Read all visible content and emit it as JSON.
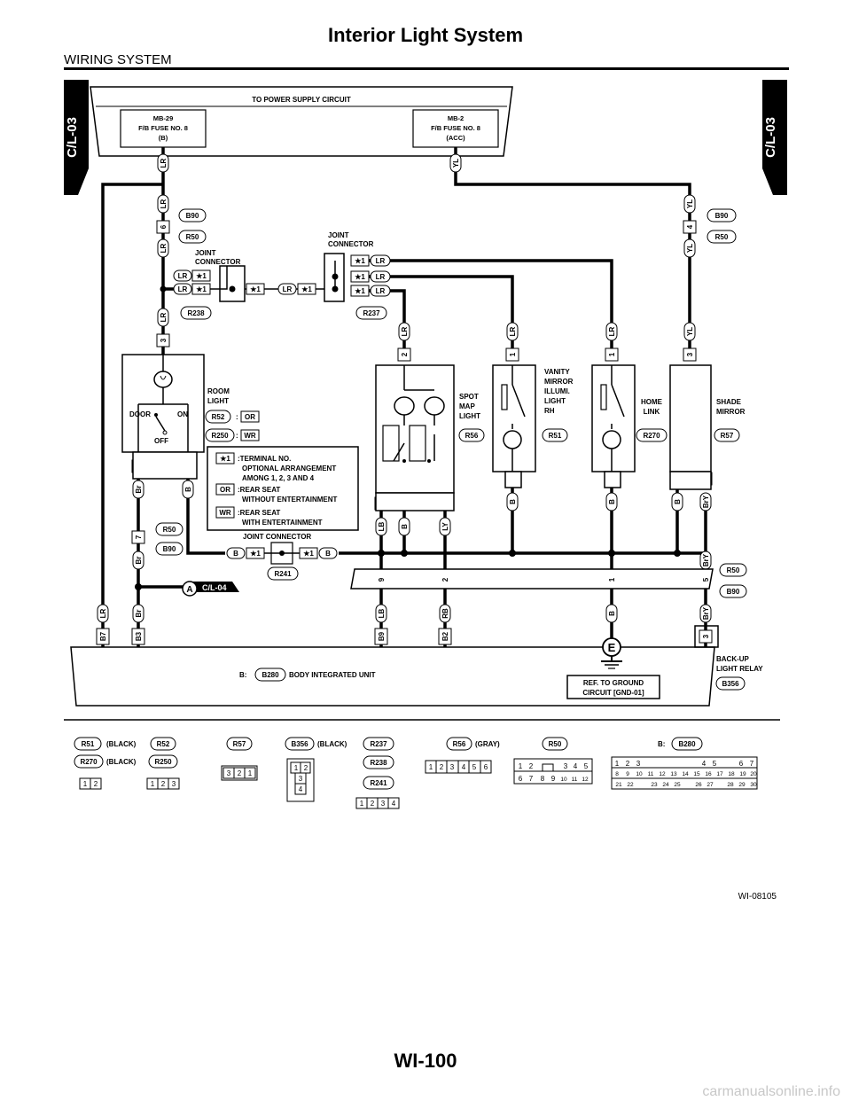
{
  "header": {
    "title": "Interior Light System",
    "subtitle": "WIRING SYSTEM"
  },
  "tabs": {
    "left": "C/L-03",
    "right": "C/L-03"
  },
  "power": {
    "label": "TO POWER SUPPLY CIRCUIT",
    "fuse_left": [
      "MB-29",
      "F/B FUSE NO. 8",
      "(B)"
    ],
    "fuse_right": [
      "MB-2",
      "F/B FUSE NO. 8",
      "(ACC)"
    ]
  },
  "wires": {
    "LR": "LR",
    "YL": "YL",
    "B": "B",
    "Br": "Br",
    "LB": "LB",
    "LY": "LY",
    "RB": "RB",
    "BrY": "BrY",
    "star": "★1"
  },
  "pins": {
    "p1": "1",
    "p2": "2",
    "p3": "3",
    "p4": "4",
    "p5": "5",
    "p6": "6",
    "p7": "7",
    "p9": "9"
  },
  "connectors": {
    "B90": "B90",
    "R50": "R50",
    "R238": "R238",
    "R237": "R237",
    "R52": "R52",
    "R250": "R250",
    "R56": "R56",
    "R51": "R51",
    "R270": "R270",
    "R57": "R57",
    "R241": "R241",
    "B280": "B280",
    "B356": "B356"
  },
  "labels": {
    "joint_connector": [
      "JOINT",
      "CONNECTOR"
    ],
    "room_light": [
      "ROOM",
      "LIGHT"
    ],
    "door": "DOOR",
    "on": "ON",
    "off": "OFF",
    "spot_map": [
      "SPOT",
      "MAP",
      "LIGHT"
    ],
    "vanity": [
      "VANITY",
      "MIRROR",
      "ILLUMI.",
      "LIGHT",
      "RH"
    ],
    "home_link": [
      "HOME",
      "LINK"
    ],
    "shade_mirror": [
      "SHADE",
      "MIRROR"
    ],
    "joint_connector_bottom": "JOINT CONNECTOR",
    "or": "OR",
    "wr": "WR",
    "legend_star": [
      ":TERMINAL NO.",
      "OPTIONAL ARRANGEMENT",
      "AMONG 1, 2, 3 AND 4"
    ],
    "legend_or": [
      ":REAR SEAT",
      "WITHOUT ENTERTAINMENT"
    ],
    "legend_wr": [
      ":REAR SEAT",
      "WITH ENTERTAINMENT"
    ],
    "colon": ":",
    "circle_a": "A",
    "cl04": "C/L-04",
    "b7": "B7",
    "b3": "B3",
    "b9": "B9",
    "b2": "B2",
    "b_prefix": "B:",
    "body_unit": "BODY INTEGRATED UNIT",
    "ground_e": "E",
    "ref_ground": [
      "REF. TO GROUND",
      "CIRCUIT [GND-01]"
    ],
    "backup_relay": [
      "BACK-UP",
      "LIGHT RELAY"
    ],
    "black": "(BLACK)",
    "gray": "(GRAY)"
  },
  "conn_faces": {
    "r51": [
      "1",
      "2"
    ],
    "r52": [
      "1",
      "2",
      "3"
    ],
    "r57": [
      "3",
      "2",
      "1"
    ],
    "b356": [
      "1",
      "2",
      "3",
      "4"
    ],
    "r241": [
      "1",
      "2",
      "3",
      "4"
    ],
    "r56": [
      "1",
      "2",
      "3",
      "4",
      "5",
      "6"
    ],
    "r50_top": [
      "1",
      "2",
      "3",
      "4",
      "5"
    ],
    "r50_bot": [
      "6",
      "7",
      "8",
      "9",
      "10",
      "11",
      "12"
    ],
    "b280_top": [
      "1",
      "2",
      "3",
      "4",
      "5",
      "6",
      "7"
    ],
    "b280_mid": [
      "8",
      "9",
      "10",
      "11",
      "12",
      "13",
      "14",
      "15",
      "16",
      "17",
      "18",
      "19",
      "20"
    ],
    "b280_bot": [
      "21",
      "22",
      "23",
      "24",
      "25",
      "26",
      "27",
      "28",
      "29",
      "30"
    ]
  },
  "footer": {
    "code": "WI-08105",
    "page": "WI-100",
    "watermark": "carmanualsonline.info"
  }
}
